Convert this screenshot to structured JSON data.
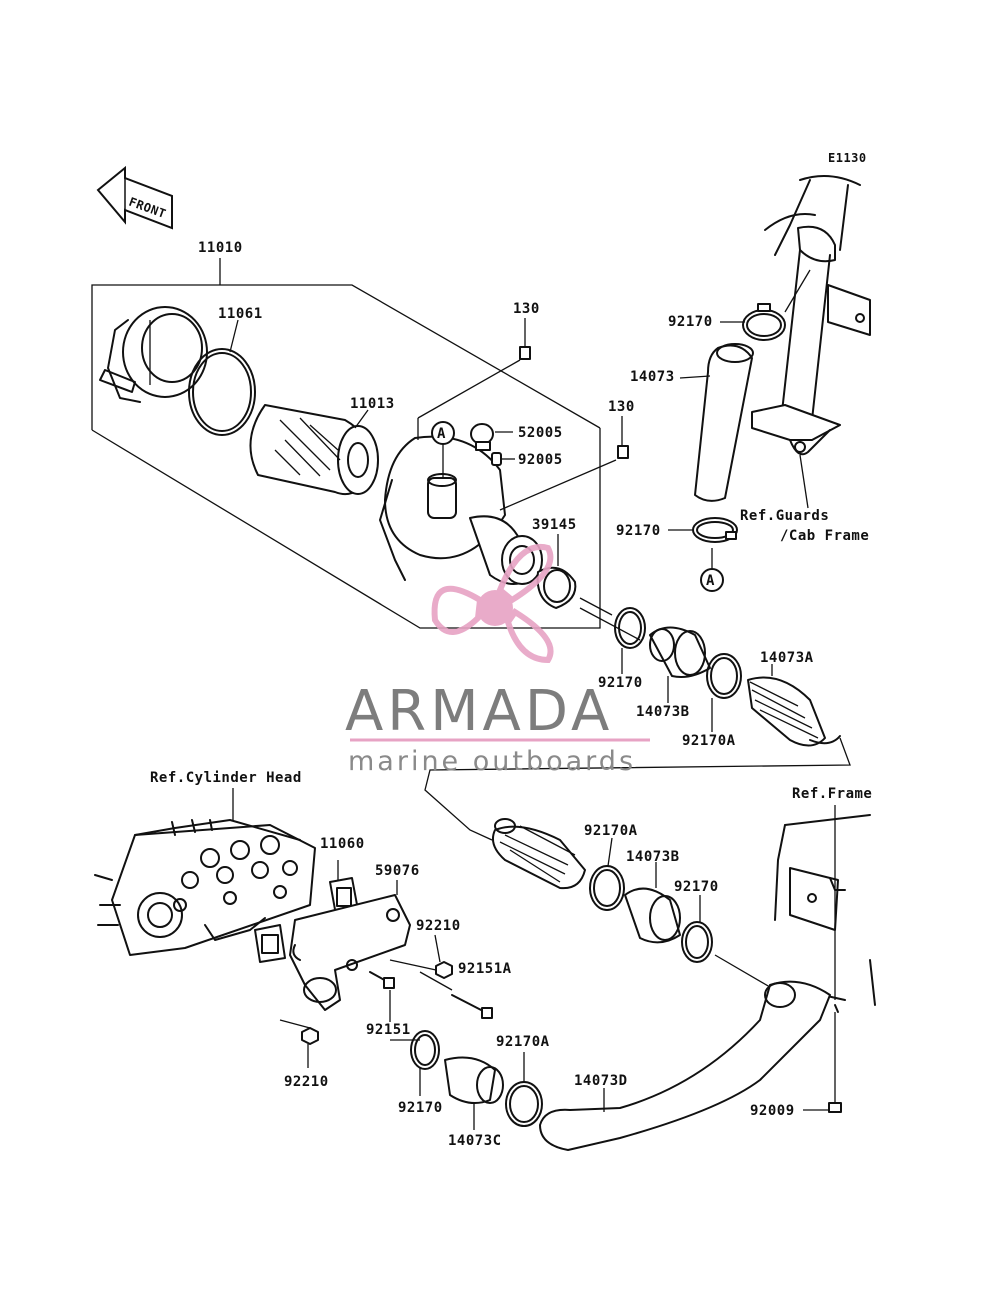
{
  "diagram": {
    "code": "E1130",
    "front_label": "FRONT",
    "callout_letter": "A",
    "parts": {
      "p11010": "11010",
      "p11061": "11061",
      "p11013": "11013",
      "p130a": "130",
      "p130b": "130",
      "p52005": "52005",
      "p92005": "92005",
      "p39145": "39145",
      "p92170_top": "92170",
      "p14073": "14073",
      "p92170_mid": "92170",
      "p92170_b1": "92170",
      "p14073B_1": "14073B",
      "p92170A_1": "92170A",
      "p14073A": "14073A",
      "p92170A_2": "92170A",
      "p14073B_2": "14073B",
      "p92170_b2": "92170",
      "p11060": "11060",
      "p59076": "59076",
      "p92210a": "92210",
      "p92151A": "92151A",
      "p92151": "92151",
      "p92210b": "92210",
      "p92170_b3": "92170",
      "p92170A_3": "92170A",
      "p14073C": "14073C",
      "p14073D": "14073D",
      "p92009": "92009"
    },
    "refs": {
      "guards_1": "Ref.Guards",
      "guards_2": "/Cab Frame",
      "cyl_head": "Ref.Cylinder Head",
      "frame": "Ref.Frame"
    }
  },
  "brand": {
    "name": "ARMADA",
    "tagline": "marine outboards",
    "logo_color": "#e7a3c4",
    "text_color": "#7d7d7d"
  }
}
